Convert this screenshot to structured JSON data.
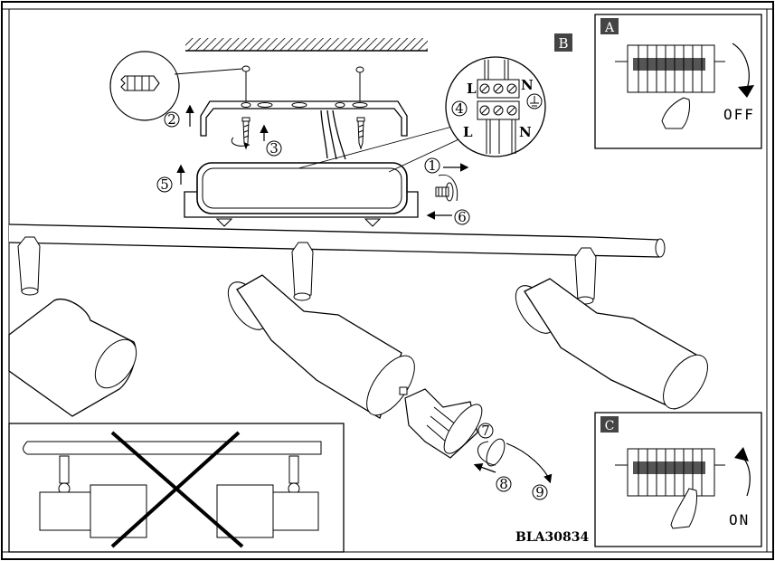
{
  "panels": {
    "B": {
      "tag": "B"
    },
    "A": {
      "tag": "A",
      "switch_label": "OFF"
    },
    "C": {
      "tag": "C",
      "switch_label": "ON"
    }
  },
  "steps": [
    "1",
    "2",
    "3",
    "4",
    "5",
    "6",
    "7",
    "8",
    "9"
  ],
  "wiring": {
    "live": "L",
    "neutral": "N"
  },
  "model_code": "BLA30834",
  "colors": {
    "line": "#000000",
    "background": "#ffffff",
    "tag_bg": "#444444"
  }
}
